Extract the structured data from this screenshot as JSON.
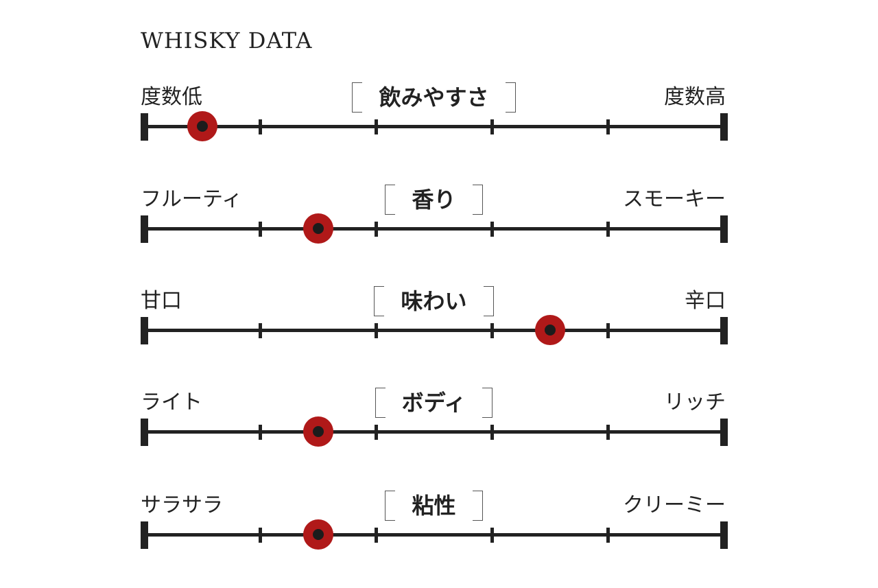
{
  "chart_data": {
    "type": "scatter",
    "title": "WHISKY DATA",
    "scale_min": 0,
    "scale_max": 5,
    "ticks": [
      0,
      1,
      2,
      3,
      4,
      5
    ],
    "series": [
      {
        "name": "飲みやすさ",
        "left_label": "度数低",
        "right_label": "度数高",
        "value": 0.5
      },
      {
        "name": "香り",
        "left_label": "フルーティ",
        "right_label": "スモーキー",
        "value": 1.5
      },
      {
        "name": "味わい",
        "left_label": "甘口",
        "right_label": "辛口",
        "value": 3.5
      },
      {
        "name": "ボディ",
        "left_label": "ライト",
        "right_label": "リッチ",
        "value": 1.5
      },
      {
        "name": "粘性",
        "left_label": "サラサラ",
        "right_label": "クリーミー",
        "value": 1.5
      }
    ]
  },
  "colors": {
    "marker": "#b01919",
    "line": "#222222"
  }
}
